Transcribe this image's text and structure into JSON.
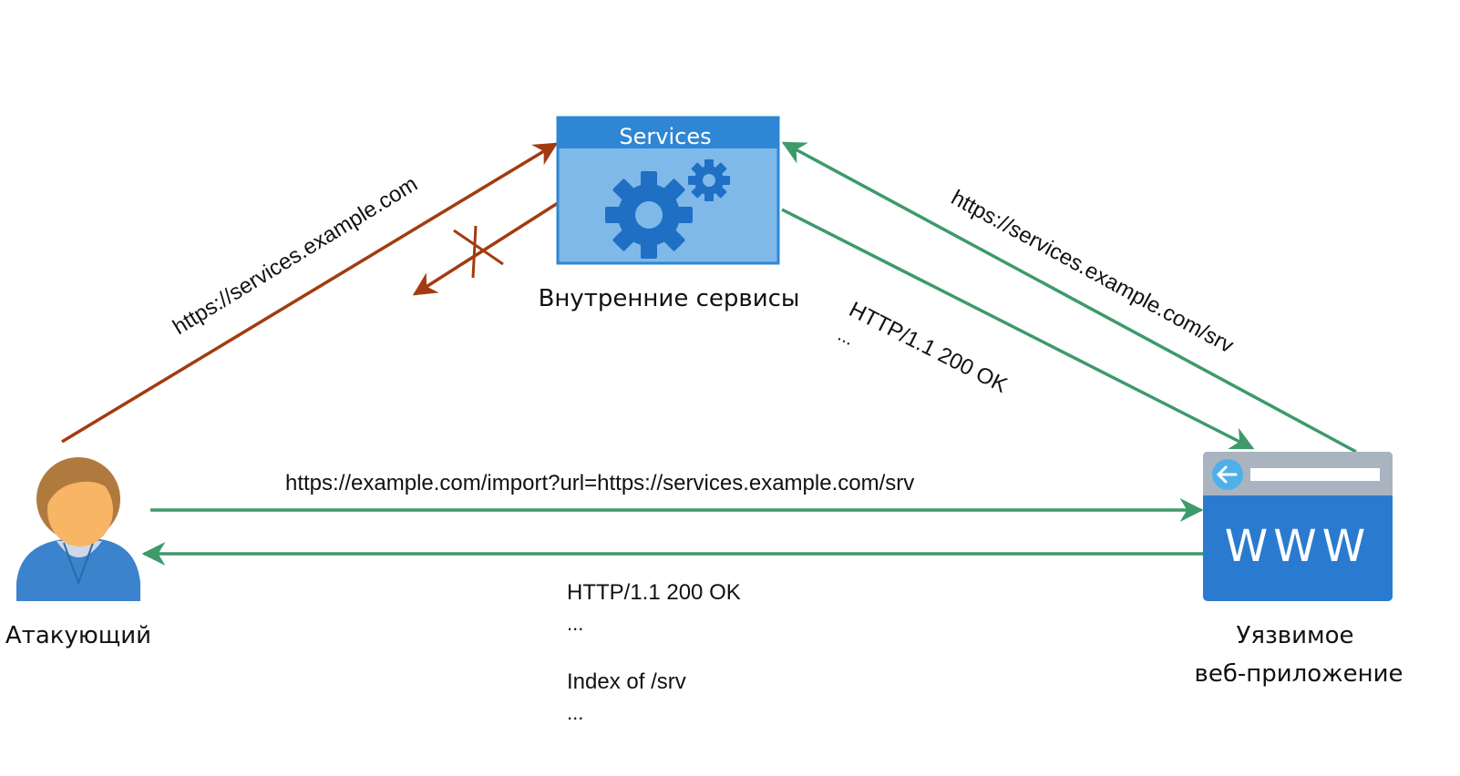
{
  "nodes": {
    "attacker": {
      "label": "Атакующий"
    },
    "services": {
      "title": "Services",
      "label": "Внутренние сервисы"
    },
    "webapp": {
      "icon_text": "WWW",
      "label_line1": "Уязвимое",
      "label_line2": "веб-приложение"
    }
  },
  "edges": {
    "attacker_to_services": {
      "label": "https://services.example.com"
    },
    "webapp_to_services": {
      "label": "https://services.example.com/srv"
    },
    "services_to_webapp": {
      "label": "HTTP/1.1 200 OK",
      "ellipsis": "..."
    },
    "attacker_to_webapp": {
      "label": "https://example.com/import?url=https://services.example.com/srv"
    },
    "webapp_to_attacker": {
      "line1": "HTTP/1.1 200 OK",
      "line2": "...",
      "line3": "Index of /srv",
      "line4": "..."
    }
  },
  "colors": {
    "blocked": "#a23c10",
    "allowed": "#3d9a6a",
    "service_blue": "#2f86d4",
    "service_light": "#7fb9ea",
    "gear": "#1f6fc4",
    "www_blue": "#2a7bd0",
    "user_hair": "#b07a3e",
    "user_face": "#f7b565",
    "user_hoodie": "#3b83cc"
  },
  "icons": [
    "user-icon",
    "gear-icon",
    "browser-www-icon",
    "back-arrow-icon"
  ]
}
